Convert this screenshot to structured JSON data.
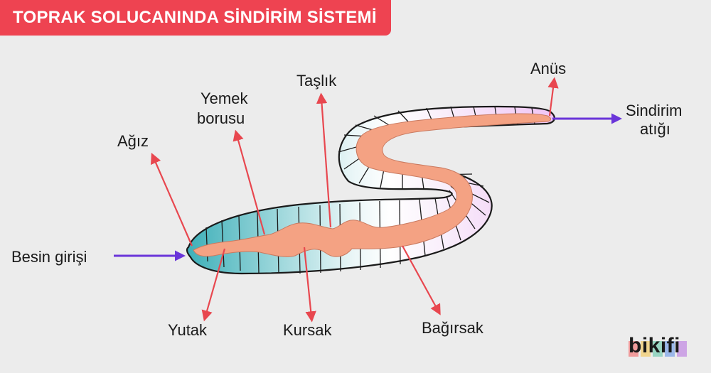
{
  "title": "TOPRAK SOLUCANINDA SİNDİRİM SİSTEMİ",
  "labels": {
    "agiz": "Ağız",
    "yemek_line1": "Yemek",
    "yemek_line2": "borusu",
    "taslik": "Taşlık",
    "anus": "Anüs",
    "sindirim_line1": "Sindirim",
    "sindirim_line2": "atığı",
    "besin": "Besin girişi",
    "yutak": "Yutak",
    "kursak": "Kursak",
    "bagirsak": "Bağırsak"
  },
  "brand": "bikifi",
  "colors": {
    "banner": "#ee4351",
    "pointer_arrow": "#e8474f",
    "flow_arrow": "#6a35d9",
    "gut": "#f4a283",
    "body_front": "#47b2bb",
    "body_back": "#f2cdf5"
  }
}
